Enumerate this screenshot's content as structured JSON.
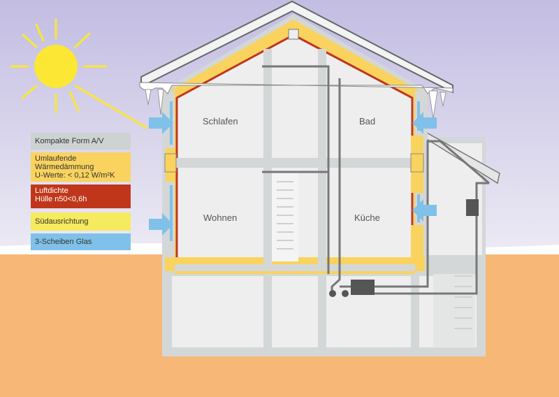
{
  "legend": [
    {
      "label": "Kompakte Form A/V",
      "color": "#cdd2d2",
      "text_color": "#333333"
    },
    {
      "label": "Umlaufende\nWärmedämmung\nU-Werte: < 0,12 W/m²K",
      "color": "#f9d35e",
      "text_color": "#333333"
    },
    {
      "label": "Luftdichte\nHülle n50<0,6h",
      "color": "#c0361a",
      "text_color": "#ffffff"
    },
    {
      "label": "Südausrichtung",
      "color": "#f6ea5e",
      "text_color": "#333333"
    },
    {
      "label": "3-Scheiben Glas",
      "color": "#7fc1e8",
      "text_color": "#333333"
    }
  ],
  "rooms": {
    "schlafen": "Schlafen",
    "bad": "Bad",
    "wohnen": "Wohnen",
    "kueche": "Küche"
  },
  "colors": {
    "sky": "#cdc8e6",
    "ground": "#f6b777",
    "insulation": "#f9d35e",
    "airtight": "#c0361a",
    "glass": "#7fc1e8",
    "sun": "#fbe734",
    "wall": "#d4d7d7",
    "interior": "#eeeeee"
  }
}
